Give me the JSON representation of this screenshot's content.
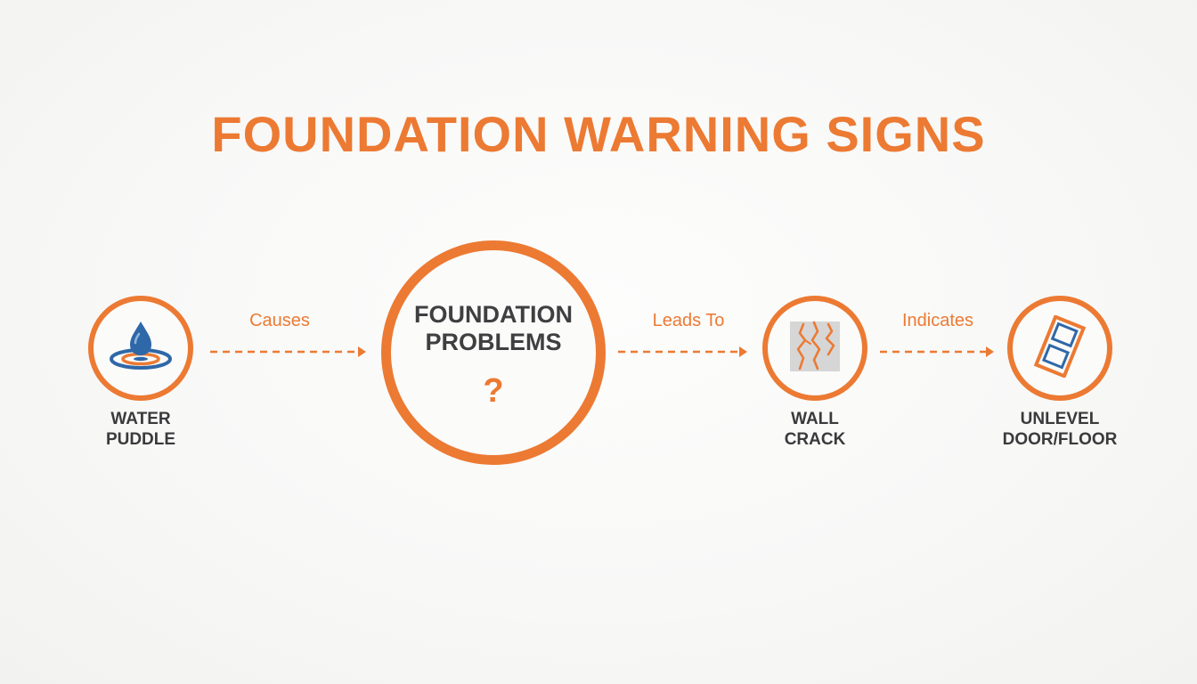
{
  "title": "FOUNDATION WARNING SIGNS",
  "colors": {
    "accent": "#ec7a33",
    "text": "#3f3f41",
    "water_blue": "#2f68a8",
    "background": "#f8f8f7"
  },
  "nodes": [
    {
      "id": "water",
      "icon": "water-drop-icon",
      "label_lines": [
        "WATER",
        "PUDDLE"
      ]
    },
    {
      "id": "foundation",
      "icon": "question-mark",
      "label_lines": [
        "FOUNDATION",
        "PROBLEMS"
      ],
      "mark": "?"
    },
    {
      "id": "crack",
      "icon": "wall-crack-icon",
      "label_lines": [
        "WALL",
        "CRACK"
      ]
    },
    {
      "id": "door",
      "icon": "tilted-door-icon",
      "label_lines": [
        "UNLEVEL",
        "DOOR/FLOOR"
      ]
    }
  ],
  "edges": [
    {
      "from": "water",
      "to": "foundation",
      "label": "Causes"
    },
    {
      "from": "foundation",
      "to": "crack",
      "label": "Leads To"
    },
    {
      "from": "crack",
      "to": "door",
      "label": "Indicates"
    }
  ]
}
